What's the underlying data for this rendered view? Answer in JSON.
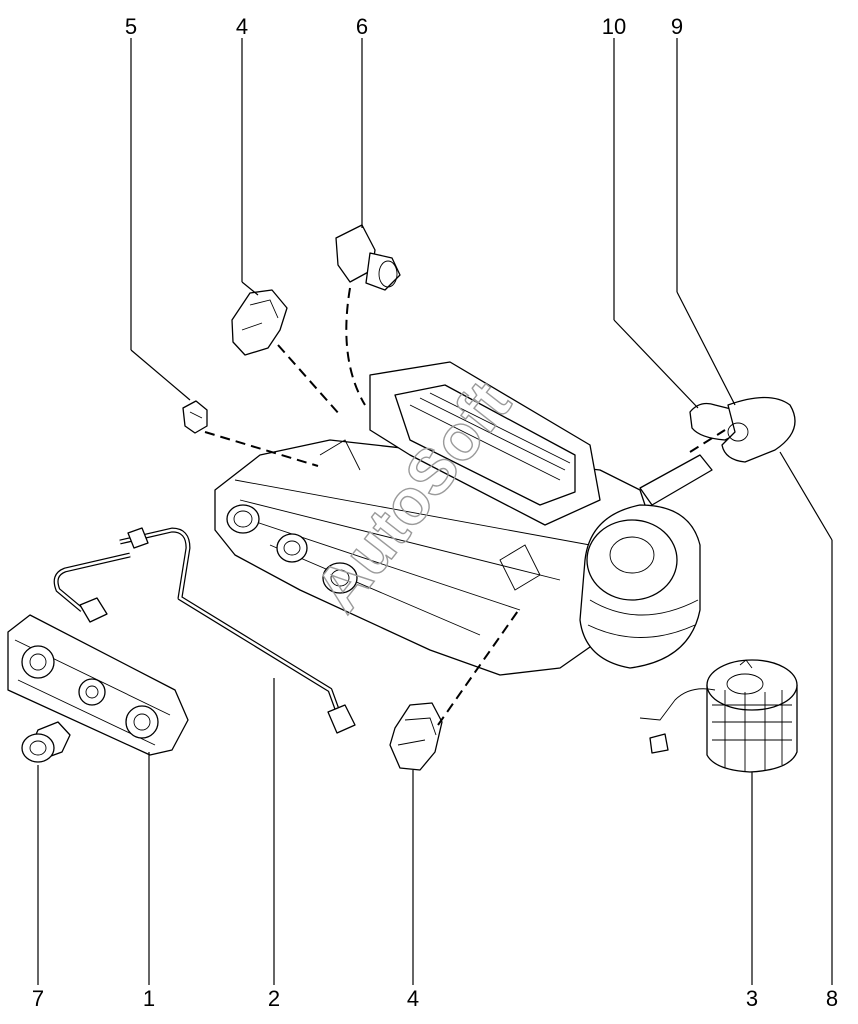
{
  "callouts": [
    {
      "id": "c5a",
      "text": "5"
    },
    {
      "id": "c4a",
      "text": "4"
    },
    {
      "id": "c6",
      "text": "6"
    },
    {
      "id": "c10",
      "text": "10"
    },
    {
      "id": "c9",
      "text": "9"
    },
    {
      "id": "c7",
      "text": "7"
    },
    {
      "id": "c1",
      "text": "1"
    },
    {
      "id": "c2",
      "text": "2"
    },
    {
      "id": "c4b",
      "text": "4"
    },
    {
      "id": "c3",
      "text": "3"
    },
    {
      "id": "c8",
      "text": "8"
    }
  ],
  "watermark": "AutoSoft"
}
